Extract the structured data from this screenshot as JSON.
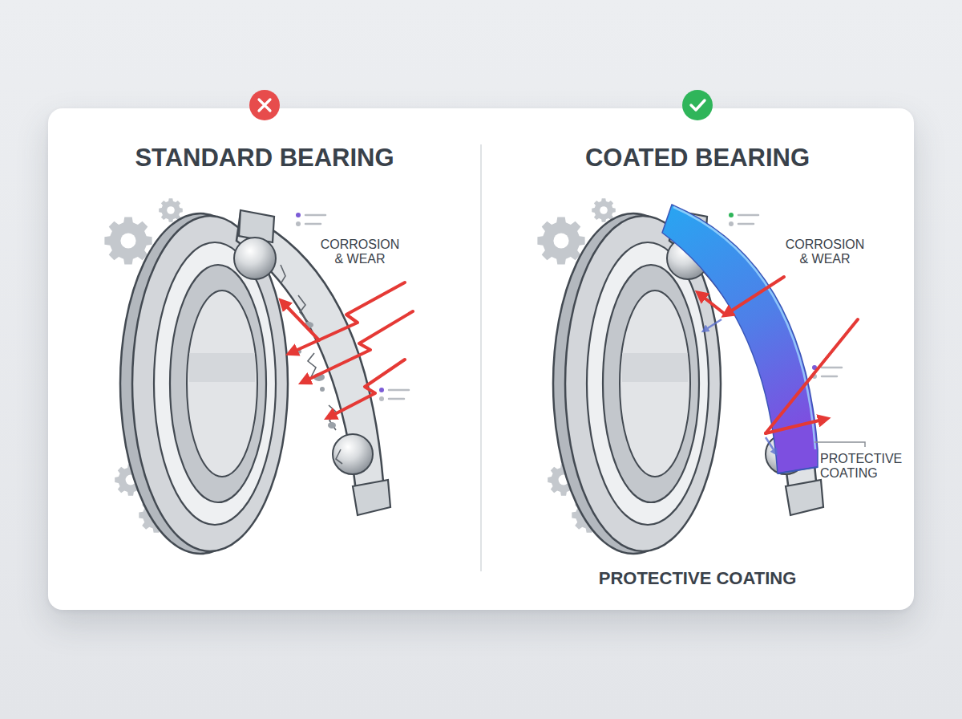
{
  "diagram": {
    "labels": [
      "STANDARD BEARING",
      "CORROSION & WEAR",
      "COATED BEARING",
      "CORROSION & WEAR",
      "PROTECTIVE COATING",
      "PROTECTIVE COATING"
    ]
  }
}
